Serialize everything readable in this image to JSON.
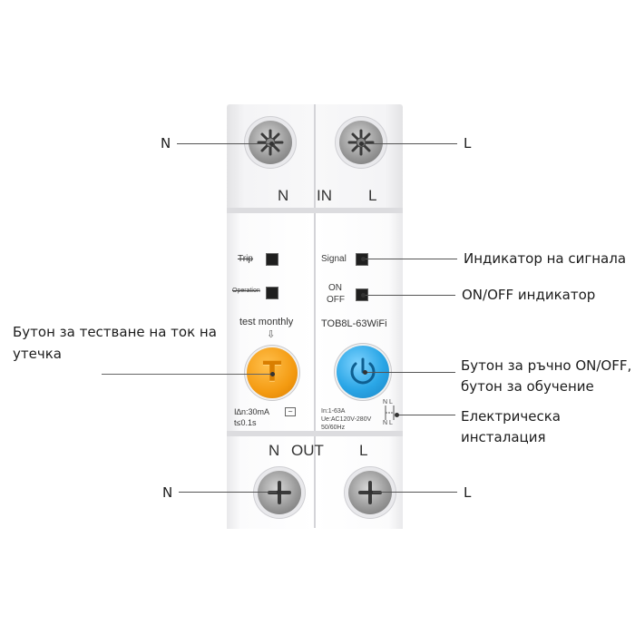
{
  "callouts": {
    "top_n": "N",
    "top_l": "L",
    "signal_indicator": "Индикатор на сигнала",
    "onoff_indicator": "ON/OFF индикатор",
    "test_button_line1": "Бутон за тестване на ток на",
    "test_button_line2": "утечка",
    "manual_button_line1": "Бутон за ръчно ON/OFF,",
    "manual_button_line2": "бутон за обучение",
    "wiring_line1": "Електрическа",
    "wiring_line2": "инсталация",
    "bottom_n": "N",
    "bottom_l": "L"
  },
  "device": {
    "in_n": "N",
    "in_label": "IN",
    "in_l": "L",
    "trip": "Trip",
    "operation": "Operation",
    "signal": "Signal",
    "on": "ON",
    "off": "OFF",
    "test_monthly": "test monthly",
    "arrow": "⇩",
    "model": "TOB8L-63WiFi",
    "leak_current": "I∆n:30mA",
    "trip_time": "t≤0.1s",
    "spec_line1": "In:1-63A",
    "spec_line2": "Ue:AC120V-280V",
    "spec_line3": "50/60Hz",
    "diagram_nl_top": "N L",
    "diagram_nl_bottom": "N L",
    "out_n": "N",
    "out_label": "OUT",
    "out_l": "L",
    "test_glyph": "T"
  },
  "colors": {
    "test_button": "#f49b12",
    "power_button": "#2aa6e6",
    "indicator": "#1f1f1f"
  },
  "icons": [
    "screw-terminal-icon",
    "power-icon",
    "test-t-icon"
  ]
}
